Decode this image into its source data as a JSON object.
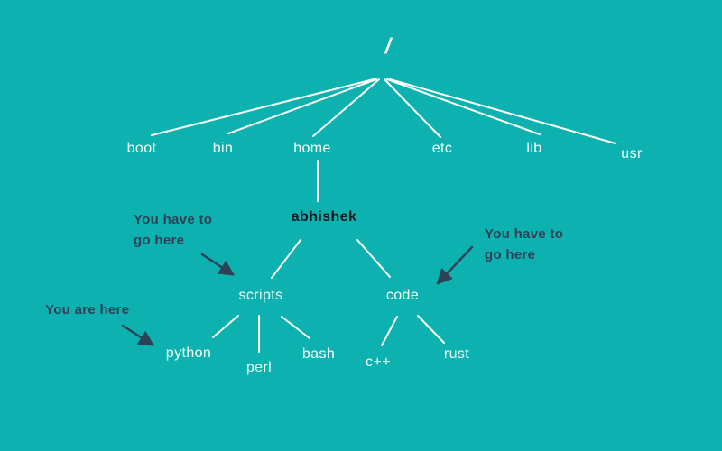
{
  "diagram": {
    "title_hidden": "",
    "type": "filesystem-tree"
  },
  "colors": {
    "background": "#0db2b0",
    "wire": "#ffffff",
    "node_label": "#f7feff",
    "highlight_label": "#101820",
    "annotation": "#2e4157"
  },
  "nodes": {
    "root": "/",
    "boot": "boot",
    "bin": "bin",
    "home": "home",
    "etc": "etc",
    "lib": "lib",
    "usr": "usr",
    "abhishek": "abhishek",
    "scripts": "scripts",
    "code": "code",
    "python": "python",
    "perl": "perl",
    "bash": "bash",
    "cpp": "c++",
    "rust": "rust"
  },
  "annotations": {
    "go_here_left": "You have to\ngo here",
    "go_here_right": "You have to\ngo here",
    "you_are_here": "You are here"
  }
}
